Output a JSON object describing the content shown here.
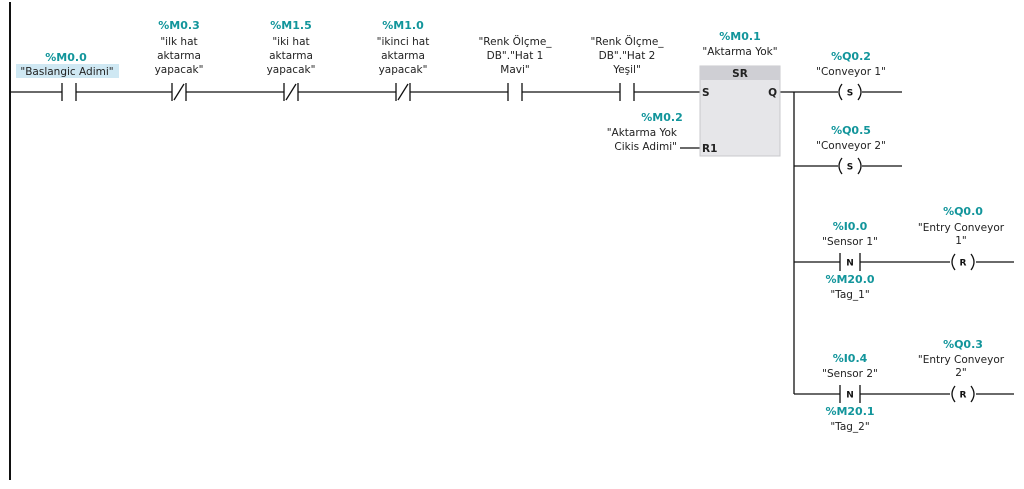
{
  "network": {
    "contacts": [
      {
        "address": "%M0.0",
        "symbol": [
          "\"Baslangic Adimi\""
        ],
        "type": "NO",
        "selected": true
      },
      {
        "address": "%M0.3",
        "symbol": [
          "\"ilk hat",
          "aktarma",
          "yapacak\""
        ],
        "type": "NC"
      },
      {
        "address": "%M1.5",
        "symbol": [
          "\"iki hat",
          "aktarma",
          "yapacak\""
        ],
        "type": "NC"
      },
      {
        "address": "%M1.0",
        "symbol": [
          "\"ikinci hat",
          "aktarma",
          "yapacak\""
        ],
        "type": "NC"
      },
      {
        "address": "",
        "symbol": [
          "\"Renk Ölçme_",
          "DB\".\"Hat 1",
          "Mavi\""
        ],
        "type": "NO"
      },
      {
        "address": "",
        "symbol": [
          "\"Renk Ölçme_",
          "DB\".\"Hat 2",
          "Yeşil\""
        ],
        "type": "NO"
      }
    ],
    "sr_block": {
      "address": "%M0.1",
      "symbol": "\"Aktarma Yok\"",
      "title": "SR",
      "pin_s": "S",
      "pin_q": "Q",
      "pin_r1": "R1",
      "reset": {
        "address": "%M0.2",
        "symbol": [
          "\"Aktarma Yok",
          "Cikis Adimi\""
        ]
      }
    },
    "outputs": [
      {
        "address": "%Q0.2",
        "symbol": [
          "\"Conveyor 1\""
        ],
        "coil": "S"
      },
      {
        "address": "%Q0.5",
        "symbol": [
          "\"Conveyor 2\""
        ],
        "coil": "S"
      }
    ],
    "edge_branches": [
      {
        "edge": {
          "address": "%I0.0",
          "symbol": "\"Sensor 1\"",
          "label": "N",
          "memory_address": "%M20.0",
          "memory_symbol": "\"Tag_1\""
        },
        "coil": {
          "address": "%Q0.0",
          "symbol": [
            "\"Entry Conveyor",
            "1\""
          ],
          "label": "R"
        }
      },
      {
        "edge": {
          "address": "%I0.4",
          "symbol": "\"Sensor 2\"",
          "label": "N",
          "memory_address": "%M20.1",
          "memory_symbol": "\"Tag_2\""
        },
        "coil": {
          "address": "%Q0.3",
          "symbol": [
            "\"Entry Conveyor",
            "2\""
          ],
          "label": "R"
        }
      }
    ]
  },
  "colors": {
    "address": "#12959b",
    "symbol": "#222222",
    "selection": "#cfe8f3",
    "sr_box": "#e6e6e9"
  }
}
